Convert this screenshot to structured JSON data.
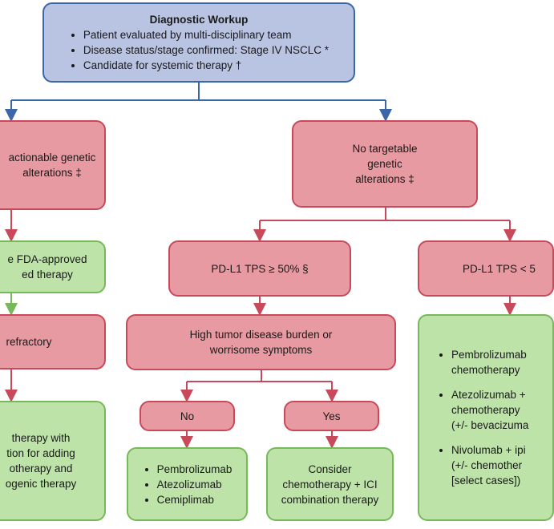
{
  "workup": {
    "title": "Diagnostic Workup",
    "items": [
      "Patient evaluated by multi-disciplinary team",
      "Disease status/stage confirmed: Stage IV NSCLC *",
      "Candidate for systemic therapy †"
    ]
  },
  "left": {
    "actionable": "actionable genetic\nalterations ‡",
    "fda": "e FDA-approved\ned therapy",
    "refractory": "refractory",
    "chemo": "therapy with\ntion for adding\notherapy and\nogenic therapy"
  },
  "middle": {
    "no_targetable": "No targetable\ngenetic\nalterations ‡",
    "pdl1_high": "PD-L1 TPS ≥ 50% §",
    "burden": "High tumor disease burden or\nworrisome symptoms",
    "no_label": "No",
    "yes_label": "Yes",
    "no_outcome": [
      "Pembrolizumab",
      "Atezolizumab",
      "Cemiplimab"
    ],
    "yes_outcome": "Consider\nchemotherapy + ICI\ncombination therapy"
  },
  "right": {
    "pdl1_low": "PD-L1 TPS < 5",
    "options": [
      "Pembrolizumab\nchemotherapy",
      "Atezolizumab +\nchemotherapy\n(+/- bevacizuma",
      "Nivolumab + ipi\n(+/- chemother\n[select cases])"
    ]
  },
  "colors": {
    "blue_fill": "#b9c3e2",
    "blue_border": "#3b67a8",
    "red_fill": "#e79aa1",
    "red_border": "#c8495a",
    "green_fill": "#bde3a9",
    "green_border": "#77b95a"
  }
}
